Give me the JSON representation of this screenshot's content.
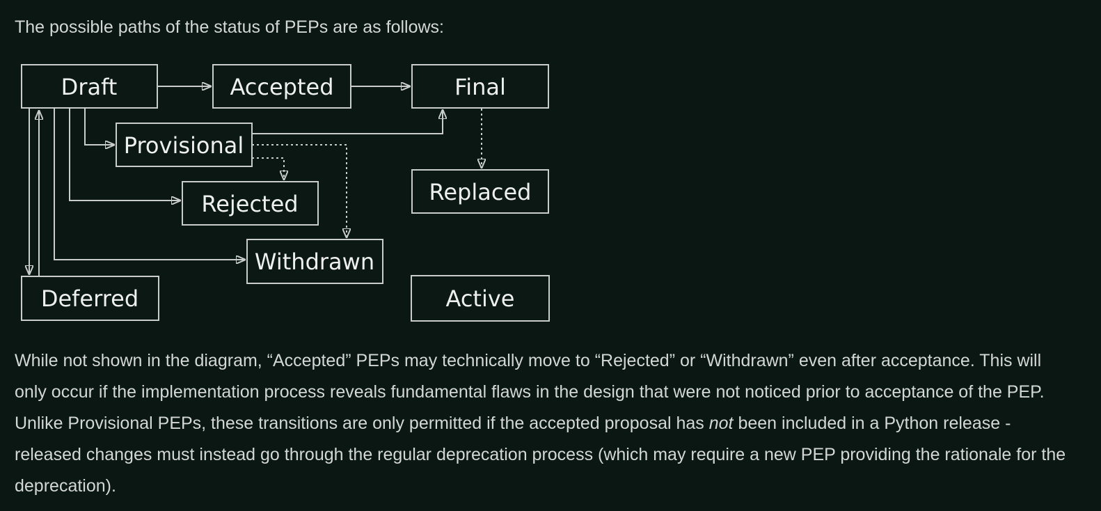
{
  "intro": "The possible paths of the status of PEPs are as follows:",
  "diagram": {
    "nodes": [
      {
        "id": "draft",
        "label": "Draft"
      },
      {
        "id": "accepted",
        "label": "Accepted"
      },
      {
        "id": "final",
        "label": "Final"
      },
      {
        "id": "provisional",
        "label": "Provisional"
      },
      {
        "id": "rejected",
        "label": "Rejected"
      },
      {
        "id": "replaced",
        "label": "Replaced"
      },
      {
        "id": "withdrawn",
        "label": "Withdrawn"
      },
      {
        "id": "deferred",
        "label": "Deferred"
      },
      {
        "id": "active",
        "label": "Active"
      }
    ],
    "edges": [
      {
        "from": "Draft",
        "to": "Accepted",
        "style": "solid"
      },
      {
        "from": "Accepted",
        "to": "Final",
        "style": "solid"
      },
      {
        "from": "Draft",
        "to": "Provisional",
        "style": "solid"
      },
      {
        "from": "Provisional",
        "to": "Final",
        "style": "solid"
      },
      {
        "from": "Provisional",
        "to": "Rejected",
        "style": "dashed"
      },
      {
        "from": "Provisional",
        "to": "Withdrawn",
        "style": "dashed"
      },
      {
        "from": "Final",
        "to": "Replaced",
        "style": "dashed"
      },
      {
        "from": "Draft",
        "to": "Deferred",
        "style": "solid"
      },
      {
        "from": "Deferred",
        "to": "Draft",
        "style": "solid"
      },
      {
        "from": "Draft",
        "to": "Rejected",
        "style": "solid"
      },
      {
        "from": "Draft",
        "to": "Withdrawn",
        "style": "solid"
      }
    ]
  },
  "paragraph": {
    "part1": "While not shown in the diagram, “Accepted” PEPs may technically move to “Rejected” or “Withdrawn” even after acceptance. This will only occur if the implementation process reveals fundamental flaws in the design that were not noticed prior to acceptance of the PEP. Unlike Provisional PEPs, these transitions are only permitted if the accepted proposal has ",
    "italic": "not",
    "part2": " been included in a Python release - released changes must instead go through the regular deprecation process (which may require a new PEP providing the rationale for the deprecation)."
  },
  "colors": {
    "background": "#0a1713",
    "text": "#d3d7d5",
    "diagram_stroke": "#c9cdcb",
    "diagram_label": "#edf0ee"
  }
}
